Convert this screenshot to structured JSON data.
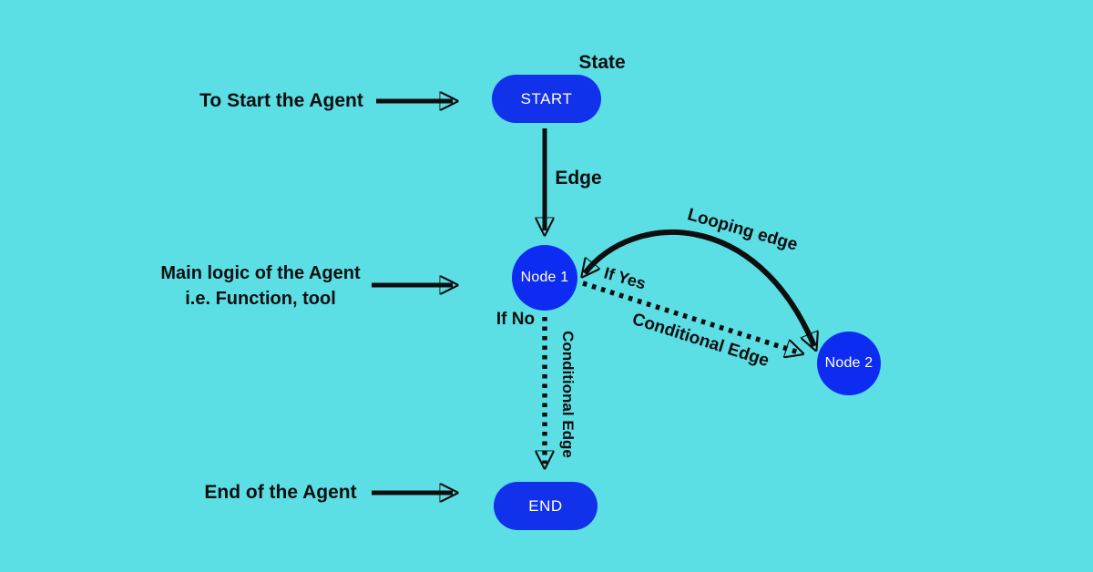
{
  "colors": {
    "background": "#5BDFE5",
    "pill_fill": "#1231EA",
    "circle_fill": "#0E2BF1",
    "node_text": "#FFFFFF",
    "ink": "#0E0E0E"
  },
  "nodes": {
    "start": {
      "label": "START",
      "shape": "pill"
    },
    "node1": {
      "label": "Node 1",
      "shape": "circle"
    },
    "node2": {
      "label": "Node 2",
      "shape": "circle"
    },
    "end": {
      "label": "END",
      "shape": "pill"
    }
  },
  "annotations": {
    "state": "State",
    "to_start": "To Start the Agent",
    "edge": "Edge",
    "main_logic_line1": "Main logic of the Agent",
    "main_logic_line2": "i.e. Function, tool",
    "if_no": "If No",
    "if_yes": "If Yes",
    "looping_edge": "Looping edge",
    "conditional_edge_diagonal": "Conditional Edge",
    "conditional_edge_vertical": "Conditional Edge",
    "end_of_agent": "End of the Agent"
  },
  "edges": [
    {
      "from": "START",
      "to": "Node 1",
      "style": "solid",
      "label": "Edge"
    },
    {
      "from": "Node 1",
      "to": "Node 2",
      "style": "dotted",
      "label": "Conditional Edge",
      "condition": "If Yes"
    },
    {
      "from": "Node 2",
      "to": "Node 1",
      "style": "solid-curved",
      "label": "Looping edge"
    },
    {
      "from": "Node 1",
      "to": "END",
      "style": "dotted",
      "label": "Conditional Edge",
      "condition": "If No"
    }
  ]
}
